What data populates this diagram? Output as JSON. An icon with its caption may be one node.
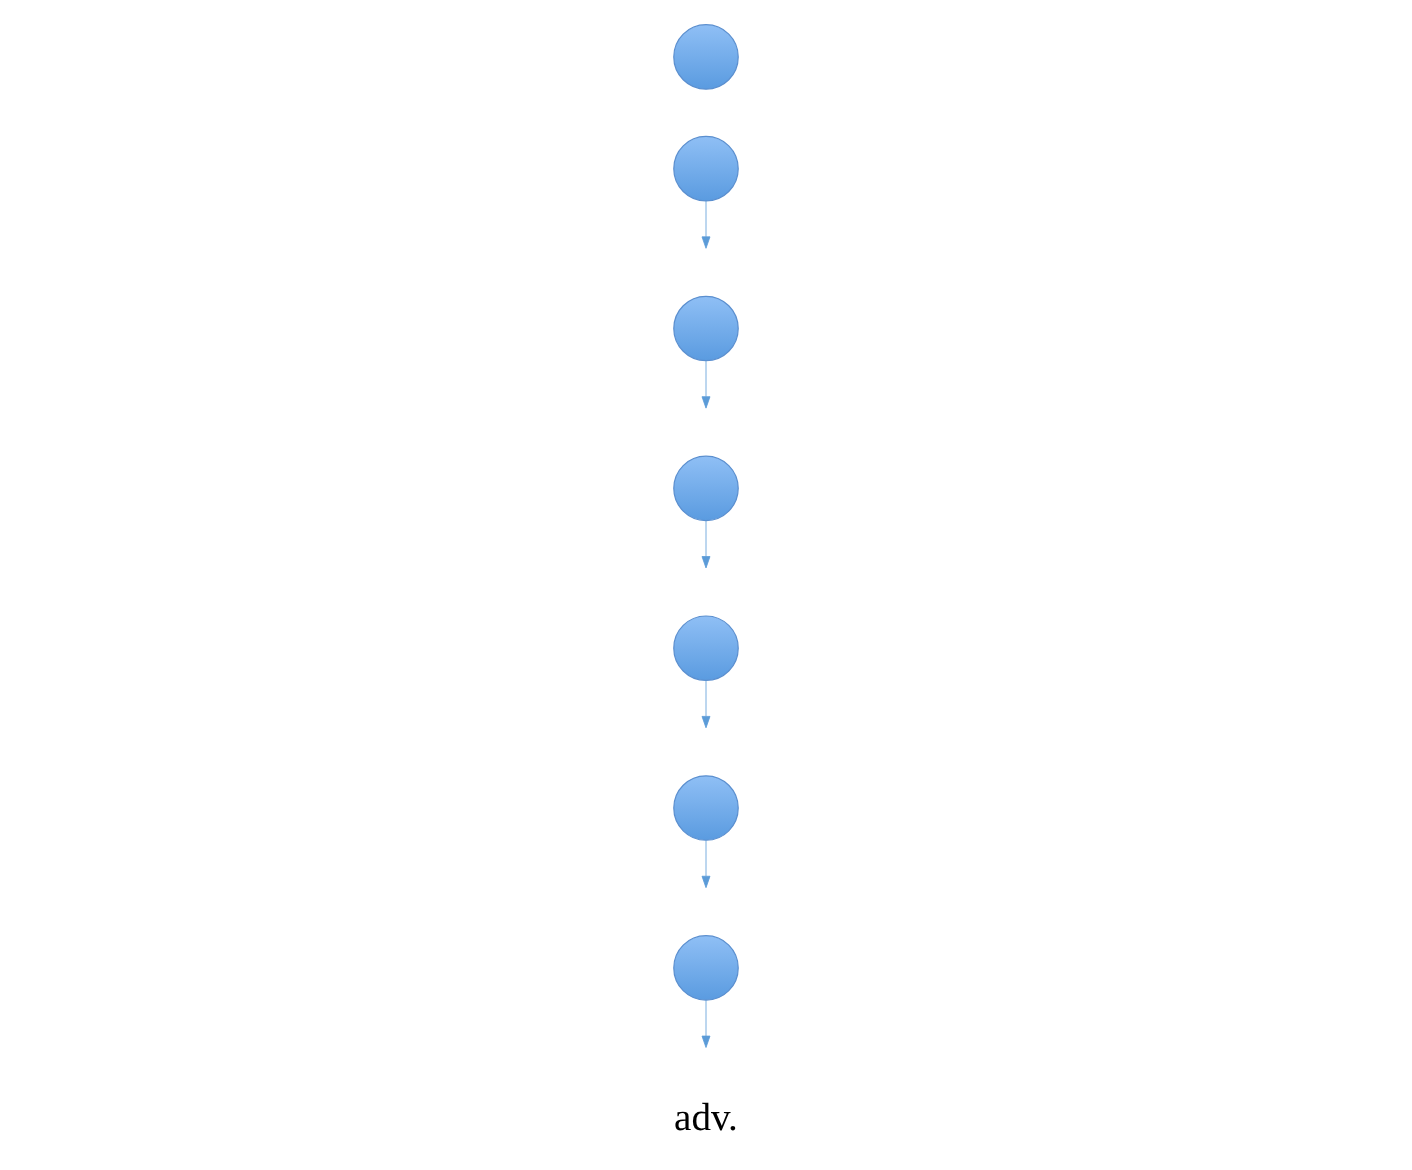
{
  "diagram": {
    "nodes": [
      {
        "text": [],
        "shape": "circle"
      },
      {
        "text": [],
        "shape": "circle"
      },
      {
        "text": [],
        "shape": "circle"
      },
      {
        "text": [],
        "shape": "circle"
      },
      {
        "text": [],
        "shape": "circle"
      },
      {
        "text": [],
        "shape": "circle"
      },
      {
        "text": [],
        "shape": "circle"
      }
    ],
    "edges": [
      {
        "from": 0,
        "to": null,
        "arrow": "to"
      },
      {
        "from": 1,
        "to": null,
        "arrow": "to"
      },
      {
        "from": 2,
        "to": null,
        "arrow": "to"
      },
      {
        "from": 3,
        "to": null,
        "arrow": "to"
      },
      {
        "from": 4,
        "to": null,
        "arrow": "to"
      },
      {
        "from": 5,
        "to": null,
        "arrow": "to"
      }
    ],
    "labels": [
      "adv."
    ]
  }
}
